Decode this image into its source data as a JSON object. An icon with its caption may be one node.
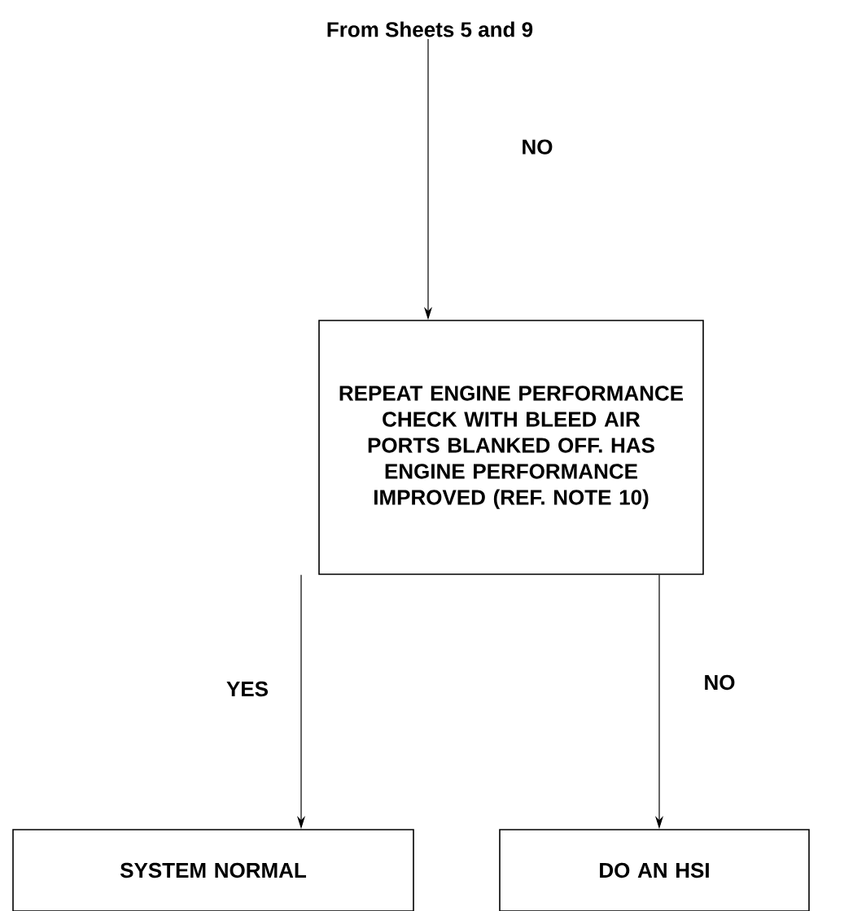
{
  "diagram": {
    "nodes": [
      {
        "text": [
          "From Sheets 5 and 9"
        ]
      },
      {
        "text": [
          "REPEAT ENGINE PERFORMANCE CHECK WITH BLEED AIR PORTS BLANKED OFF. HAS ENGINE PERFORMANCE IMPROVED (REF. NOTE 10)"
        ]
      },
      {
        "text": [
          "SYSTEM NORMAL"
        ]
      },
      {
        "text": [
          "DO AN HSI"
        ]
      }
    ],
    "edges": [
      {
        "from": 0,
        "to": 1,
        "arrow": "to",
        "label": "NO"
      },
      {
        "from": 1,
        "to": 2,
        "arrow": "to",
        "label": "YES"
      },
      {
        "from": 1,
        "to": 3,
        "arrow": "to",
        "label": "NO"
      }
    ]
  }
}
